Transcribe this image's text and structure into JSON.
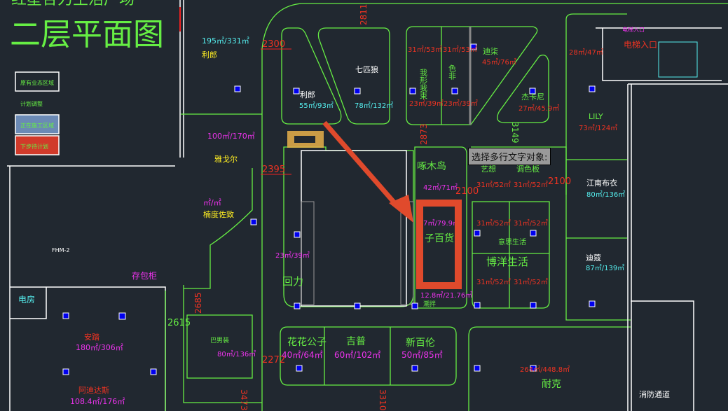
{
  "header": {
    "project_title": "红星合力生活广场",
    "floor_title": "二层平面图"
  },
  "legend": [
    {
      "label": "原有业态区域"
    },
    {
      "label": "计划调整"
    },
    {
      "label": "正在施工区域"
    },
    {
      "label": "下步待计划"
    }
  ],
  "tooltip": "选择多行文字对象:",
  "stores": {
    "lilang_big": {
      "name": "利郎",
      "area": "195㎡/331㎡"
    },
    "yageer": {
      "name": "雅戈尔",
      "area": "100㎡/170㎡"
    },
    "nandu": {
      "name": "楠度佐致",
      "area": "㎡/㎡"
    },
    "cunbao": {
      "name": "存包柜"
    },
    "dianfang": {
      "name": "电房"
    },
    "anta": {
      "name": "安踏",
      "area": "180㎡/306㎡"
    },
    "adidas": {
      "name": "阿迪达斯",
      "area": "108.4㎡/176㎡"
    },
    "banan": {
      "name": "巴男装",
      "area": "80㎡/136㎡"
    },
    "lilang": {
      "name": "利郎",
      "area": "55㎡/93㎡"
    },
    "qipilang": {
      "name": "七匹狼",
      "area": "78㎡/132㎡"
    },
    "woxing": {
      "name": "我形我束",
      "area_top": "31㎡/53㎡",
      "area_bottom": "23㎡/39㎡"
    },
    "sefei": {
      "name": "色非",
      "area_top": "31㎡/53㎡",
      "area_bottom": "23㎡/39㎡"
    },
    "diqi": {
      "name": "迪柒",
      "area": "45㎡/76㎡"
    },
    "jiekani": {
      "name": "杰卡尼",
      "area": "27㎡/45.9㎡"
    },
    "corner": {
      "area": "28㎡/47㎡"
    },
    "lift": {
      "name": "电梯入口",
      "small": "电梯入口"
    },
    "lily": {
      "name": "LILY",
      "area": "73㎡/124㎡"
    },
    "zhuomuniao": {
      "name": "啄木鸟",
      "area": "42㎡/71㎡"
    },
    "yixiang": {
      "name": "艺想",
      "area": "31㎡/52㎡"
    },
    "tiaoseban": {
      "name": "调色板",
      "area": "31㎡/52㎡"
    },
    "jiangnan": {
      "name": "江南布衣",
      "area": "80㎡/136㎡"
    },
    "dikou": {
      "name": "迪蔻",
      "area": "87㎡/139㎡"
    },
    "yisi": {
      "name": "意思生活",
      "area_a": "31㎡/52㎡",
      "area_b": "31㎡/52㎡"
    },
    "boyang": {
      "name": "博洋生活",
      "area_a": "31㎡/52㎡",
      "area_b": "31㎡/52㎡"
    },
    "zibaihuo": {
      "name": "子百货",
      "area": "7㎡/79.9㎡"
    },
    "chaoban": {
      "name": "潮拌",
      "area": "12.8㎡/21.76㎡"
    },
    "huili": {
      "name": "回力",
      "area": "23㎡/39㎡"
    },
    "huahua": {
      "name": "花花公子",
      "area": "40㎡/64㎡"
    },
    "jipu": {
      "name": "吉普",
      "area": "60㎡/102㎡"
    },
    "xinbailun": {
      "name": "新百伦",
      "area": "50㎡/85㎡"
    },
    "nike": {
      "name": "耐克",
      "area": "264㎡/448.8㎡"
    },
    "xiaofang": {
      "name": "消防通道"
    },
    "fhm": {
      "name": "FHM-2"
    }
  },
  "dimensions": {
    "d2300": "2300",
    "d2811": "2811",
    "d2395": "2395",
    "d2873": "2873",
    "d3149": "3149",
    "d2100a": "2100",
    "d2100b": "2100",
    "d2685": "2685",
    "d2615": "2615",
    "d2272": "2272",
    "d3473": "3473",
    "d3310": "3310"
  },
  "colors": {
    "background": "#212830",
    "highlight": "#e04a2c",
    "wall_green": "#66ee44"
  }
}
